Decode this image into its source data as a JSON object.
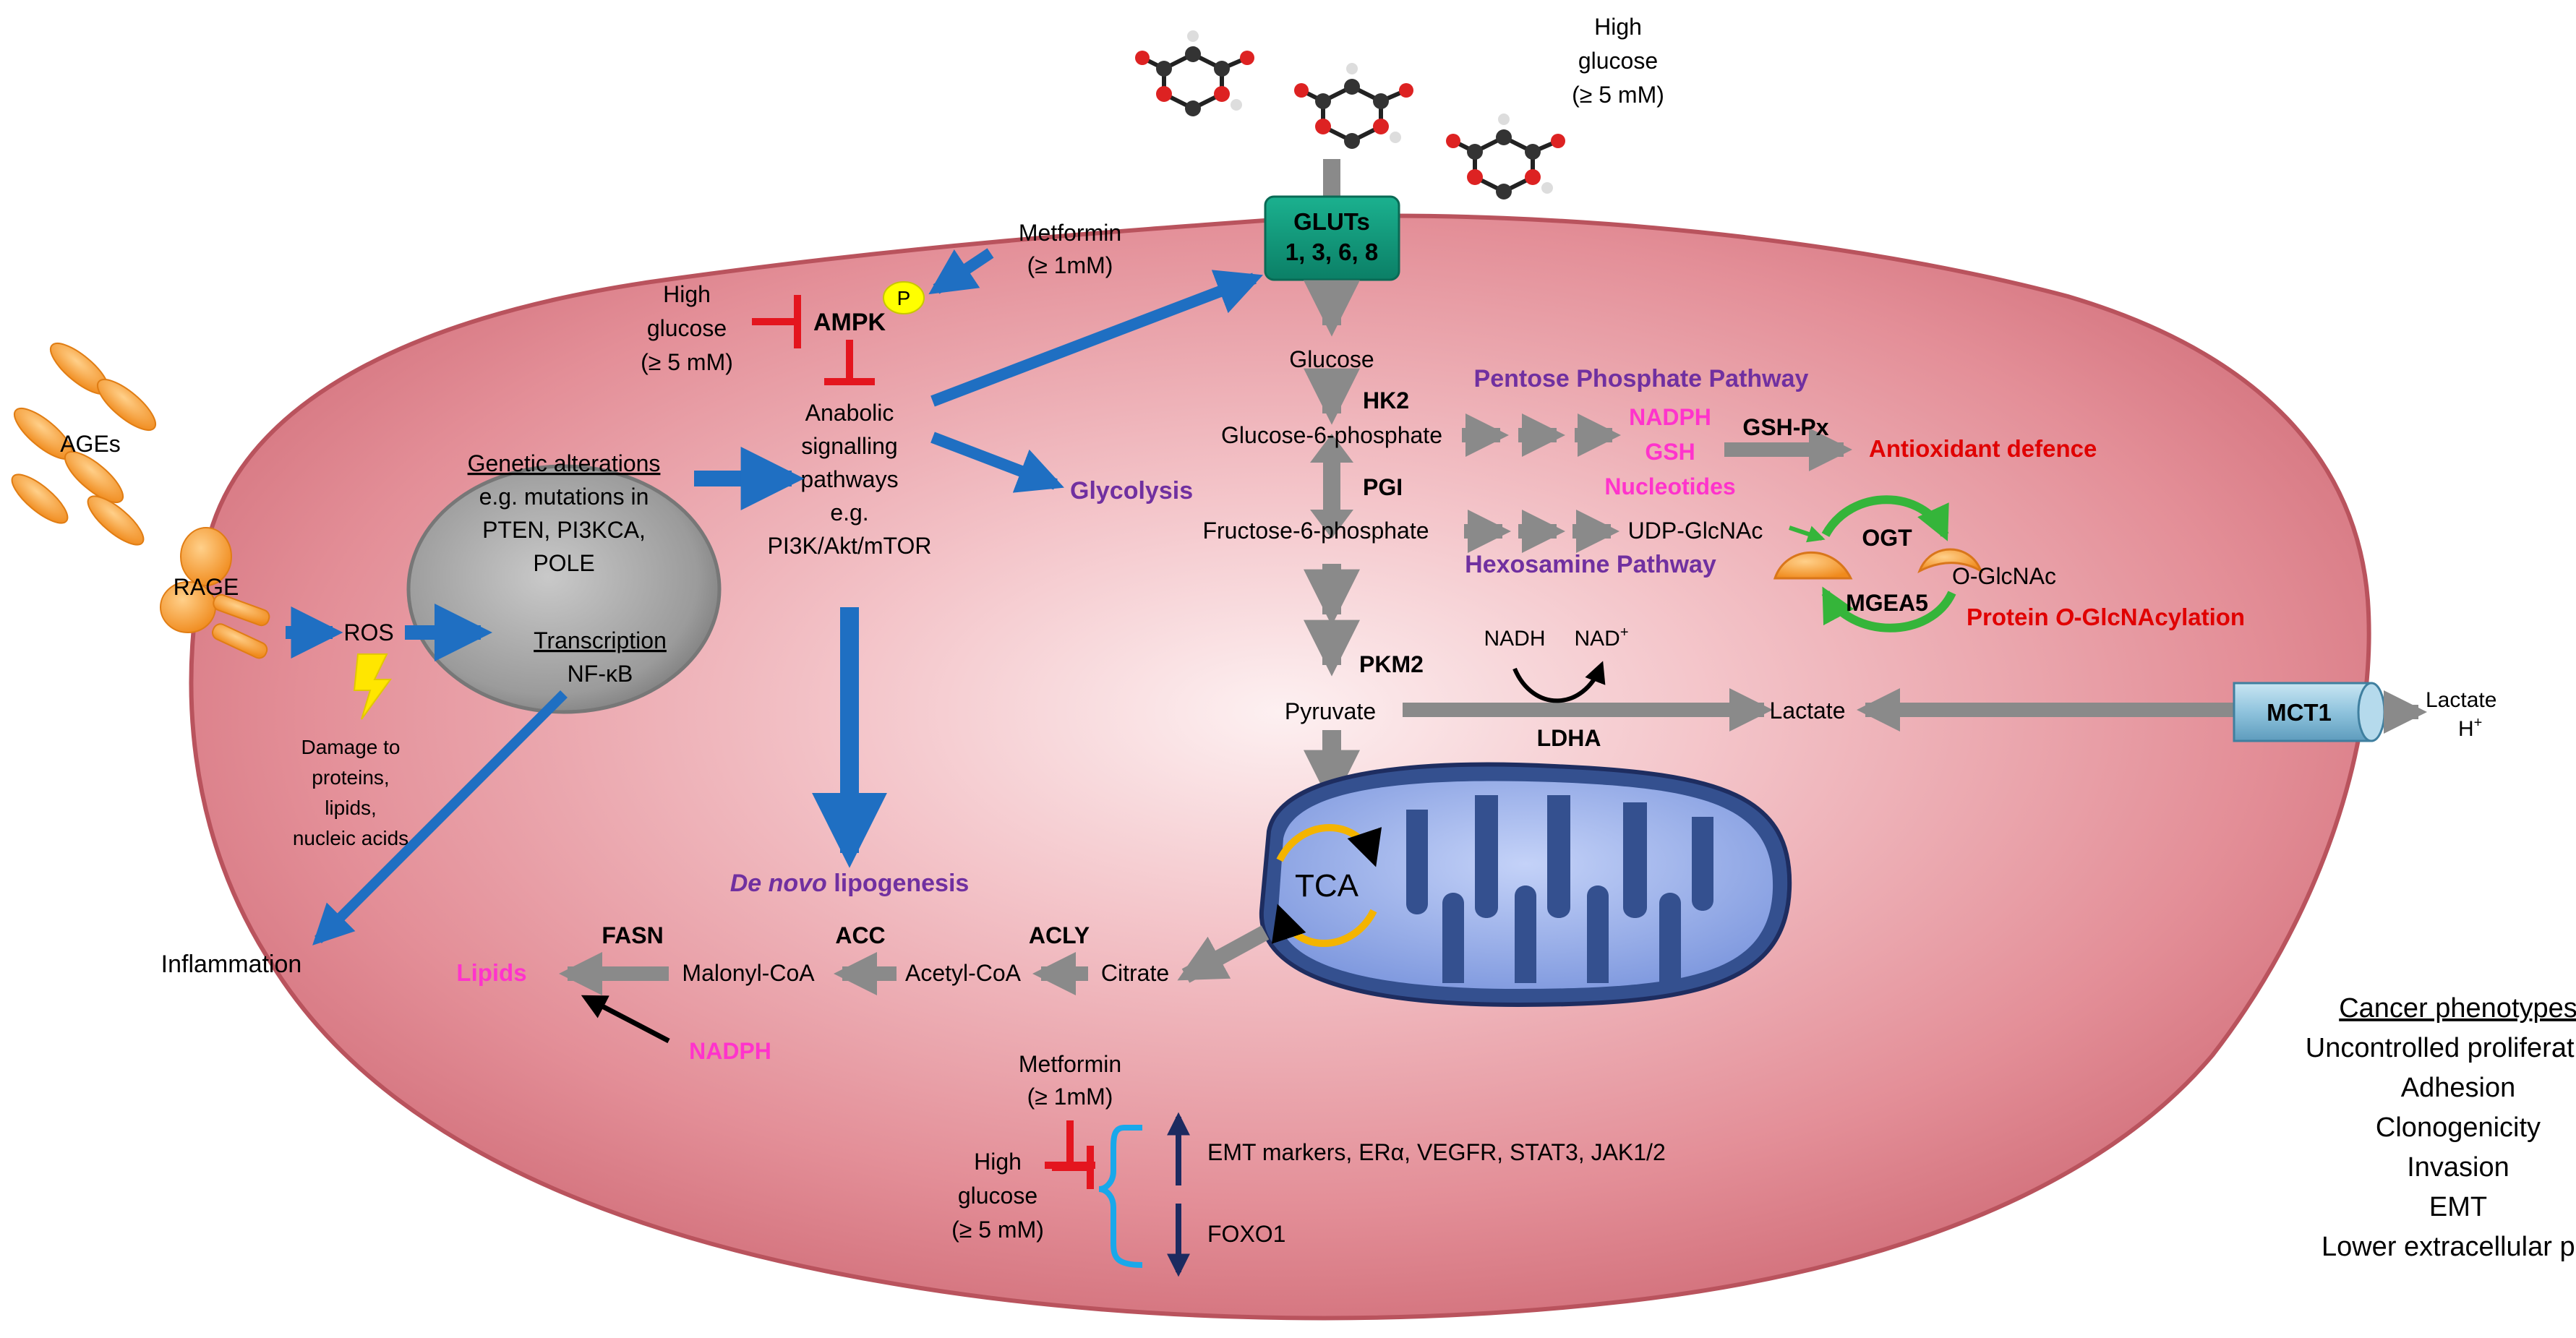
{
  "colors": {
    "cell_fill": "#e79aa1",
    "cell_highlight": "#fbe2e4",
    "cell_edge": "#b9535d",
    "blue_arrow": "#1f6fc2",
    "gray_arrow": "#8a8a8a",
    "inhibit_red": "#e4151e",
    "purple_text": "#7030a0",
    "magenta_text": "#ff33cc",
    "red_text": "#e00000",
    "glut_green": "#11967a",
    "mito_blue": "#9fb5ee",
    "enzyme_orange": "#f59a2b",
    "cycle_green": "#35b53a",
    "bracket_cyan": "#19a8ea",
    "dark_navy": "#1c2a60"
  },
  "labels": {
    "high_glucose_top": [
      "High",
      "glucose",
      "(≥ 5 mM)"
    ],
    "glut_line1": "GLUTs",
    "glut_line2": "1, 3, 6, 8",
    "metformin_top": [
      "Metformin",
      "(≥ 1mM)"
    ],
    "high_glucose_ampk": [
      "High",
      "glucose",
      "(≥ 5 mM)"
    ],
    "ampk": "AMPK",
    "phospho": "P",
    "anabolic": [
      "Anabolic",
      "signalling",
      "pathways",
      "e.g.",
      "PI3K/Akt/mTOR"
    ],
    "glycolysis": "Glycolysis",
    "genetic_title": "Genetic alterations",
    "genetic_body": [
      "e.g. mutations in",
      "PTEN, PI3KCA,",
      "POLE"
    ],
    "transcription_title": "Transcription",
    "transcription_body": "NF-κB",
    "ages": "AGEs",
    "rage": "RAGE",
    "ros": "ROS",
    "damage": [
      "Damage to",
      "proteins,",
      "lipids,",
      "nucleic acids"
    ],
    "inflammation": "Inflammation",
    "glucose": "Glucose",
    "hk2": "HK2",
    "g6p": "Glucose-6-phosphate",
    "pgi": "PGI",
    "f6p": "Fructose-6-phosphate",
    "pkm2": "PKM2",
    "pyruvate": "Pyruvate",
    "ppp": "Pentose Phosphate Pathway",
    "ppp_products": [
      "NADPH",
      "GSH",
      "Nucleotides"
    ],
    "gshpx": "GSH-Px",
    "antioxidant": "Antioxidant defence",
    "udp_glcnac": "UDP-GlcNAc",
    "hexosamine": "Hexosamine Pathway",
    "ogt": "OGT",
    "mgea5": "MGEA5",
    "o_glcnac": "O-GlcNAc",
    "protein_glcnac_a": "Protein ",
    "protein_glcnac_b": "O",
    "protein_glcnac_c": "-GlcNAcylation",
    "nadh": "NADH",
    "nad": "NAD",
    "nad_sup": "+",
    "lactate": "Lactate",
    "ldha": "LDHA",
    "mct1": "MCT1",
    "lactate_out": "Lactate",
    "h_out": "H",
    "h_sup": "+",
    "tca": "TCA",
    "de_novo_a": "De novo",
    "de_novo_b": " lipogenesis",
    "citrate": "Citrate",
    "acly": "ACLY",
    "acetyl_coa": "Acetyl-CoA",
    "acc": "ACC",
    "malonyl_coa": "Malonyl-CoA",
    "fasn": "FASN",
    "lipids": "Lipids",
    "nadph": "NADPH",
    "metformin_bottom": [
      "Metformin",
      "(≥ 1mM)"
    ],
    "high_glucose_bottom": [
      "High",
      "glucose",
      "(≥ 5 mM)"
    ],
    "emt_up": "EMT markers, ERα, VEGFR, STAT3, JAK1/2",
    "foxo1": "FOXO1",
    "phenotypes_title": "Cancer phenotypes",
    "phenotypes": [
      "Uncontrolled proliferation",
      "Adhesion",
      "Clonogenicity",
      "Invasion",
      "EMT",
      "Lower extracellular pH"
    ]
  }
}
